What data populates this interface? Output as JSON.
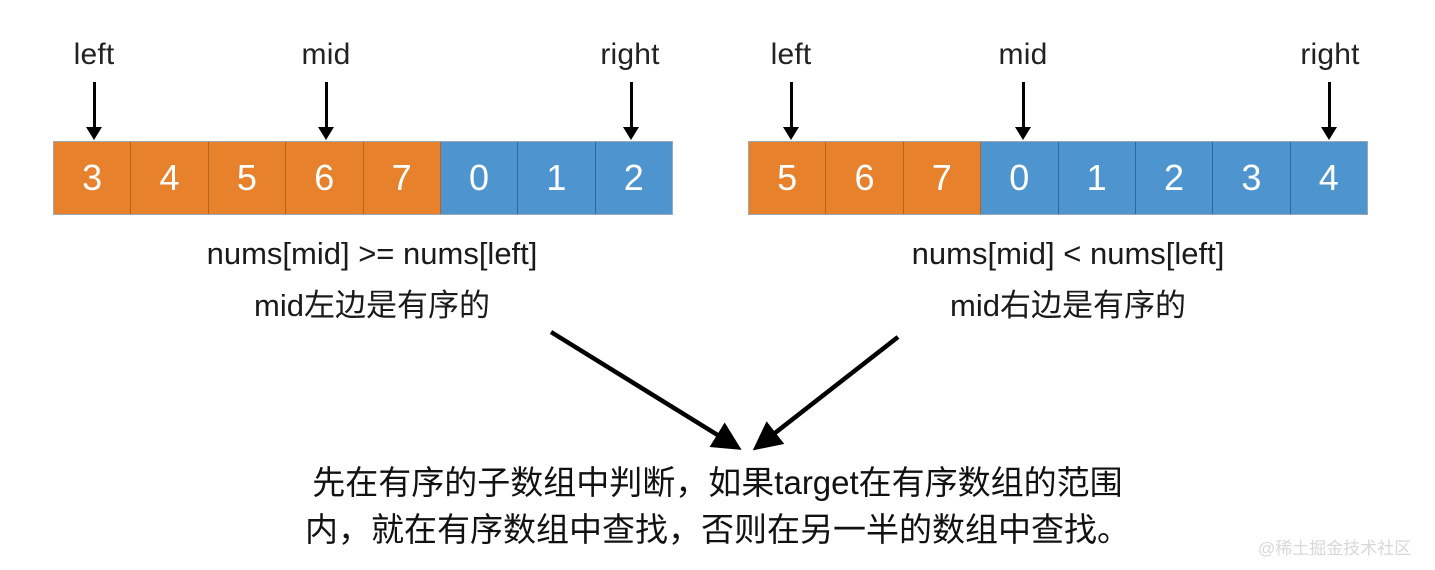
{
  "diagram": {
    "title": "Rotated sorted array binary search cases",
    "colors": {
      "orange": "#e8812b",
      "blue": "#4e95d0",
      "arrow": "#000000",
      "array_border": "#9aa7b4",
      "text": "#1a1a1a",
      "watermark": "#d8d8d8"
    },
    "pointer_labels": {
      "left": "left",
      "mid": "mid",
      "right": "right"
    },
    "panels": [
      {
        "id": "left-panel",
        "array": {
          "values": [
            "3",
            "4",
            "5",
            "6",
            "7",
            "0",
            "1",
            "2"
          ],
          "colors": [
            "orange",
            "orange",
            "orange",
            "orange",
            "orange",
            "blue",
            "blue",
            "blue"
          ]
        },
        "pointers": [
          {
            "name": "left",
            "label": "left",
            "index": 0
          },
          {
            "name": "mid",
            "label": "mid",
            "index": 3
          },
          {
            "name": "right",
            "label": "right",
            "index": 7
          }
        ],
        "condition": "nums[mid] >= nums[left]",
        "conclusion": "mid左边是有序的"
      },
      {
        "id": "right-panel",
        "array": {
          "values": [
            "5",
            "6",
            "7",
            "0",
            "1",
            "2",
            "3",
            "4"
          ],
          "colors": [
            "orange",
            "orange",
            "orange",
            "blue",
            "blue",
            "blue",
            "blue",
            "blue"
          ]
        },
        "pointers": [
          {
            "name": "left",
            "label": "left",
            "index": 0
          },
          {
            "name": "mid",
            "label": "mid",
            "index": 3
          },
          {
            "name": "right",
            "label": "right",
            "index": 7
          }
        ],
        "condition": "nums[mid] < nums[left]",
        "conclusion": "mid右边是有序的"
      }
    ],
    "conclusion_text": {
      "line1": "先在有序的子数组中判断，如果target在有序数组的范围",
      "line2": "内，就在有序数组中查找，否则在另一半的数组中查找。"
    },
    "watermark": "@稀土掘金技术社区"
  }
}
